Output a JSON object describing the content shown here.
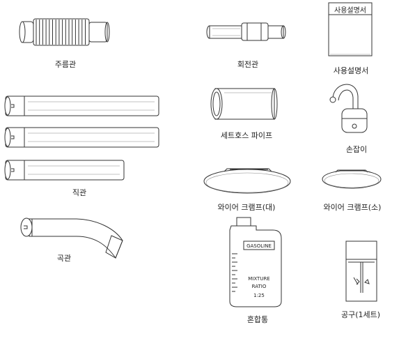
{
  "items": {
    "bellows": {
      "label": "주름관"
    },
    "swivel": {
      "label": "회전관"
    },
    "manual": {
      "label": "사용설명서",
      "cover_title": "사용설명서"
    },
    "straight": {
      "label": "직관"
    },
    "set_hose": {
      "label": "세트호스 파이프"
    },
    "handle": {
      "label": "손잡이"
    },
    "clamp_large": {
      "label": "와이어 크램프(대)"
    },
    "clamp_small": {
      "label": "와이어 크램프(소)"
    },
    "elbow": {
      "label": "곡관"
    },
    "mix_tank": {
      "label": "혼합통",
      "tag": "GASOLINE",
      "line1": "MIXTURE",
      "line2": "RATIO",
      "line3": "1:25"
    },
    "tools": {
      "label": "공구(1세트)"
    }
  }
}
